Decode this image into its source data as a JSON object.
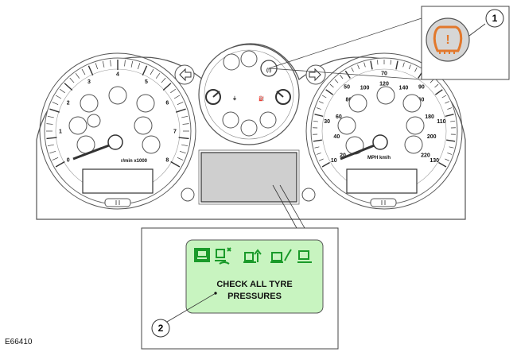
{
  "callouts": {
    "one": "1",
    "two": "2"
  },
  "tachometer": {
    "unit_label": "r/min x1000",
    "ticks": [
      "0",
      "1",
      "2",
      "3",
      "4",
      "5",
      "6",
      "7",
      "8"
    ]
  },
  "speedometer": {
    "unit_label": "MPH km/h",
    "mph_ticks": [
      "10",
      "30",
      "50",
      "70",
      "90",
      "110",
      "130"
    ],
    "kmh_ticks": [
      "20",
      "40",
      "60",
      "80",
      "100",
      "120",
      "140",
      "160",
      "180",
      "200",
      "220"
    ]
  },
  "message_display": {
    "line1": "CHECK ALL TYRE",
    "line2": "PRESSURES"
  },
  "figure_ref": "E66410",
  "colors": {
    "warning_orange": "#e2782c",
    "display_green": "#c8f4c0",
    "icon_green": "#1a9a2a",
    "lcd_gray": "#cfcfcf"
  },
  "icons": [
    "tyre-pressure-warning-icon",
    "vehicle-status-icons",
    "left-turn-arrow-icon",
    "right-turn-arrow-icon",
    "fuel-pump-icon",
    "temperature-icon"
  ]
}
